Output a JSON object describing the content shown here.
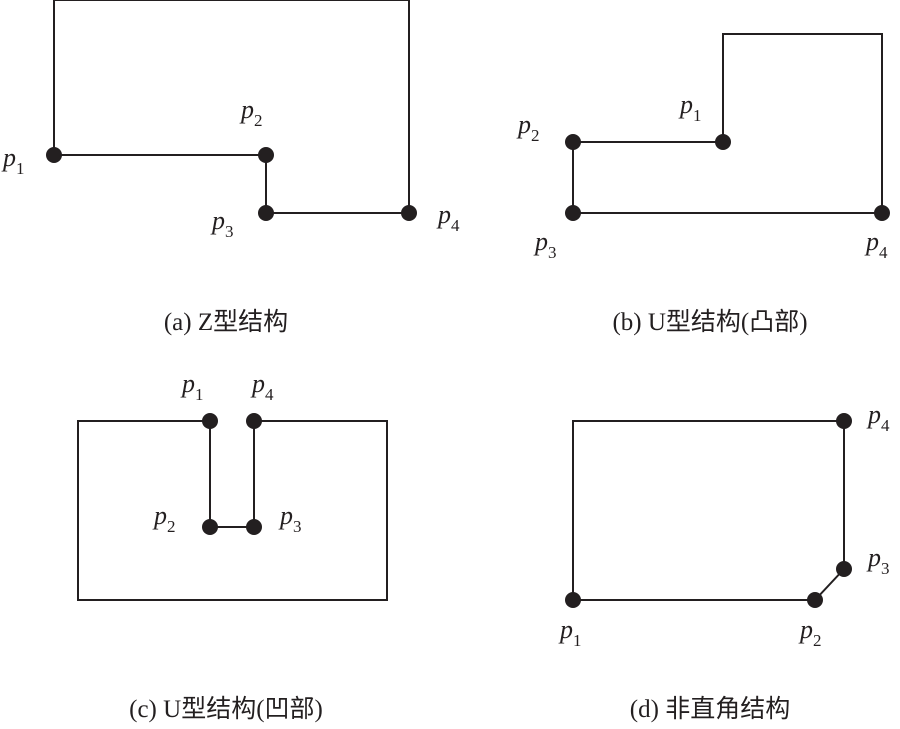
{
  "point_letter": "p",
  "panels": [
    {
      "caption": "(a) Z型结构",
      "points": [
        {
          "sub": "1"
        },
        {
          "sub": "2"
        },
        {
          "sub": "3"
        },
        {
          "sub": "4"
        }
      ]
    },
    {
      "caption": "(b) U型结构(凸部)",
      "points": [
        {
          "sub": "1"
        },
        {
          "sub": "2"
        },
        {
          "sub": "3"
        },
        {
          "sub": "4"
        }
      ]
    },
    {
      "caption": "(c) U型结构(凹部)",
      "points": [
        {
          "sub": "1"
        },
        {
          "sub": "4"
        },
        {
          "sub": "2"
        },
        {
          "sub": "3"
        }
      ]
    },
    {
      "caption": "(d) 非直角结构",
      "points": [
        {
          "sub": "4"
        },
        {
          "sub": "3"
        },
        {
          "sub": "1"
        },
        {
          "sub": "2"
        }
      ]
    }
  ]
}
